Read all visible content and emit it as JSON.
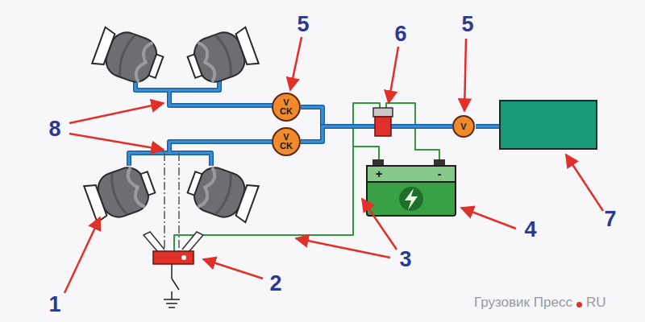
{
  "diagram": {
    "nodes": [
      {
        "text": [
          "V CK"
        ]
      },
      {
        "text": [
          "V CK"
        ]
      },
      {
        "text": [
          "V"
        ]
      }
    ],
    "edges": [
      {
        "from": 2,
        "to": 0,
        "arrow": "none"
      },
      {
        "from": 2,
        "to": 1,
        "arrow": "none"
      }
    ],
    "labels": [
      "1",
      "2",
      "3",
      "4",
      "5",
      "5",
      "6",
      "7",
      "8",
      "+",
      "-",
      "Грузовик Пресс",
      "RU"
    ]
  }
}
